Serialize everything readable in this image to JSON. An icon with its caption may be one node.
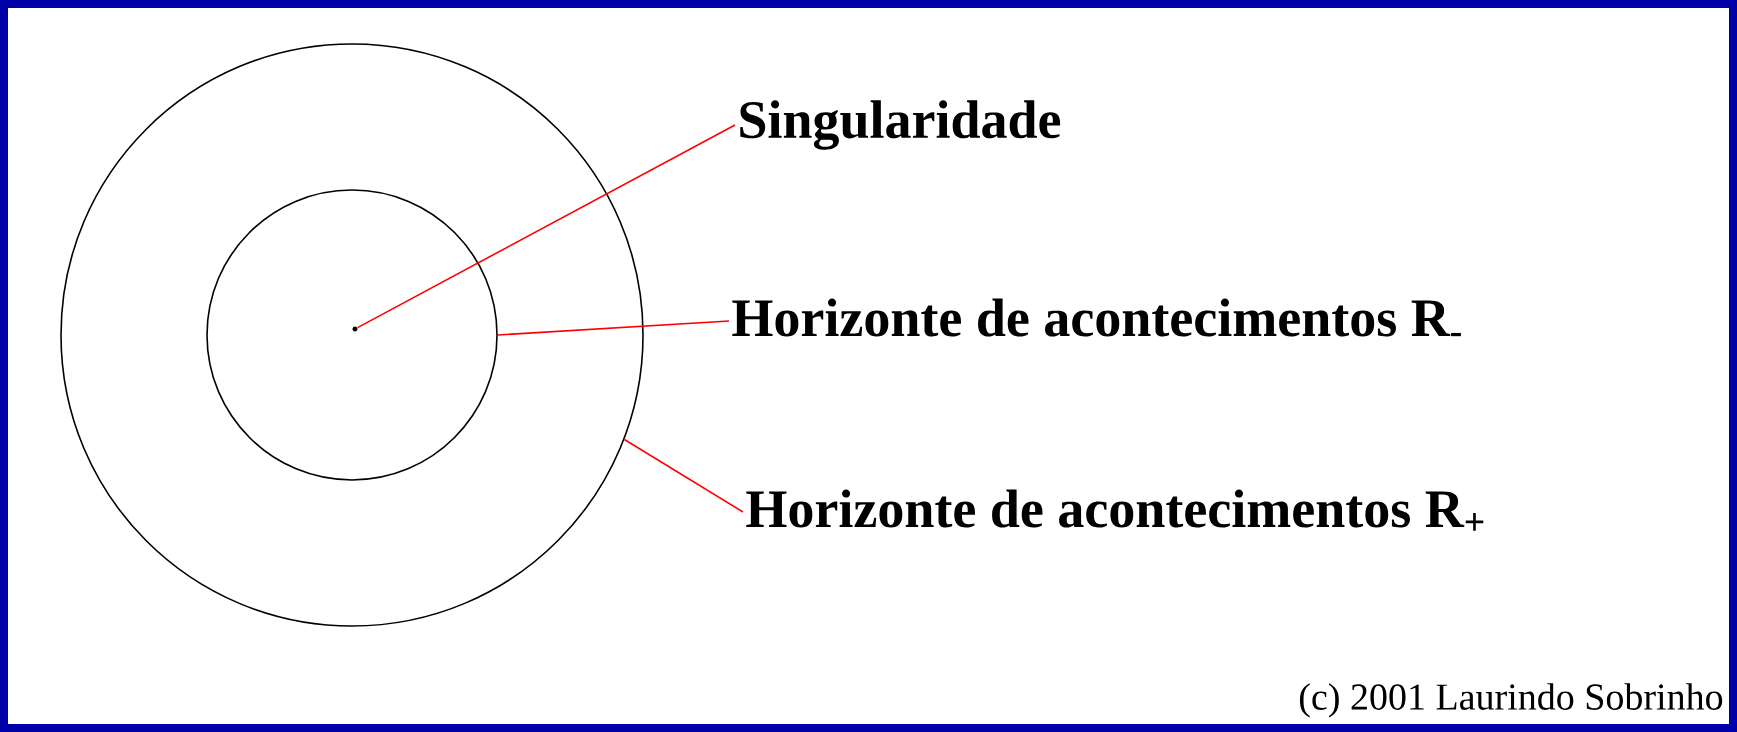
{
  "diagram": {
    "nodes": [
      {
        "text": [],
        "shape": "circle"
      },
      {
        "text": [],
        "shape": "circle",
        "in": 0
      },
      {
        "text": [],
        "shape": "circle",
        "in": 1
      },
      {
        "text": [
          "Singularidade"
        ]
      },
      {
        "text": [
          "Horizonte de acontecimentos R$_{-}$"
        ]
      },
      {
        "text": [
          "Horizonte de acontecimentos R$_{+}$"
        ]
      }
    ],
    "edges": [
      {
        "from": 3,
        "to": 2,
        "arrow": "none",
        "color": "#ff0000"
      },
      {
        "from": 4,
        "to": 1,
        "arrow": "none",
        "color": "#ff0000"
      },
      {
        "from": 5,
        "to": 0,
        "arrow": "none",
        "color": "#ff0000"
      }
    ],
    "labels": [
      "(c) 2001 Laurindo Sobrinho"
    ]
  }
}
